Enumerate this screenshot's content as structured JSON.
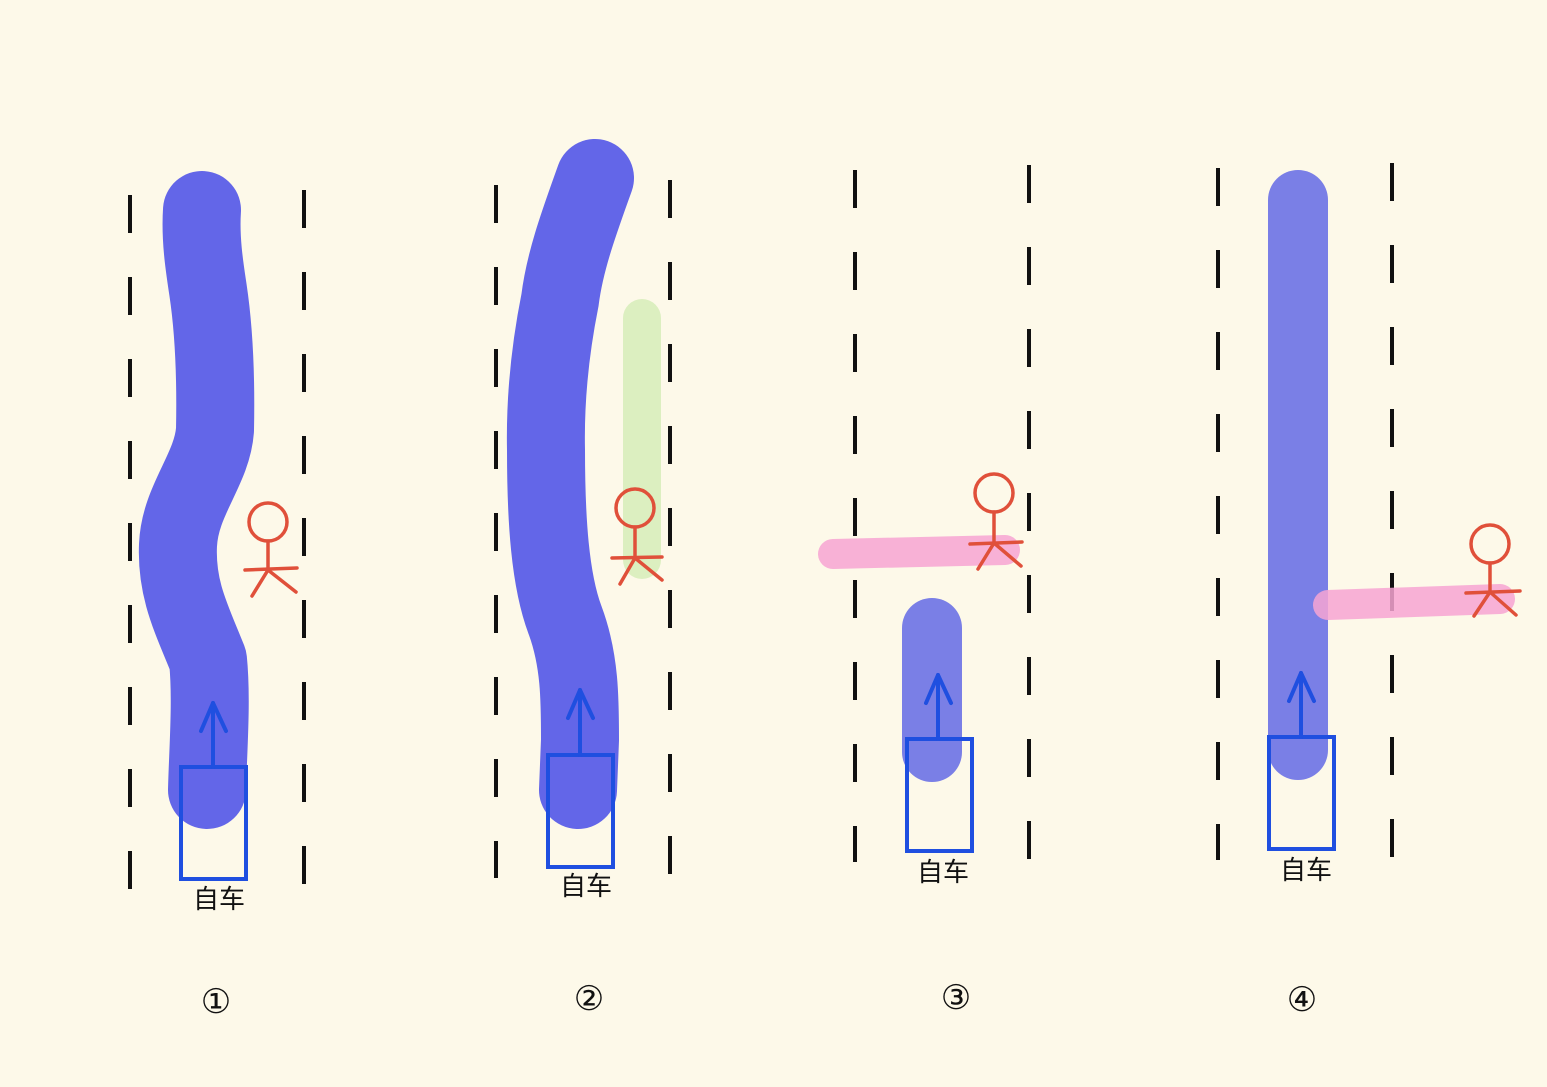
{
  "colors": {
    "background": "#fdf9e9",
    "lane_line": "#111111",
    "trajectory_strong": "#6366e8",
    "trajectory_soft": "#7a7fe6",
    "pedestrian_path_side": "#dcefc0",
    "pedestrian_path_cross": "#f7a4d2",
    "pedestrian": "#e0503a",
    "ego_vehicle": "#1f4fe0"
  },
  "icons": {
    "pedestrian": "stick-figure-icon",
    "ego_vehicle": "car-box-icon",
    "heading": "up-arrow-icon"
  },
  "panels": [
    {
      "number": "①",
      "ego_label": "自车",
      "trajectory": "swerve-around-pedestrian",
      "pedestrian_motion": "standing"
    },
    {
      "number": "②",
      "ego_label": "自车",
      "trajectory": "swerve-around-pedestrian",
      "pedestrian_motion": "walking-along-lane"
    },
    {
      "number": "③",
      "ego_label": "自车",
      "trajectory": "short-stop",
      "pedestrian_motion": "crossing"
    },
    {
      "number": "④",
      "ego_label": "自车",
      "trajectory": "straight-through",
      "pedestrian_motion": "crossing"
    }
  ]
}
